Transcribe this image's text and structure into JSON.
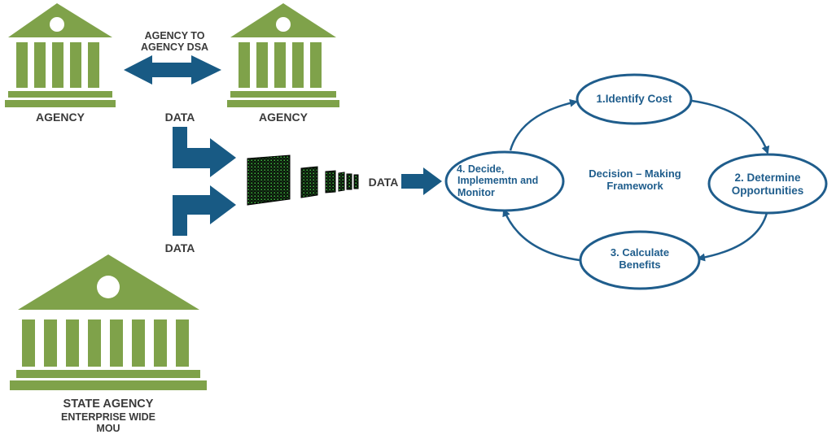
{
  "colors": {
    "building": "#7fa24a",
    "arrow": "#185a84",
    "cycle": "#1f5d8c",
    "text": "#3a3a3a"
  },
  "left": {
    "agency_a": "AGENCY",
    "agency_b": "AGENCY",
    "dsa_line1": "AGENCY TO",
    "dsa_line2": "AGENCY DSA",
    "data_top": "DATA",
    "data_bottom": "DATA",
    "data_out": "DATA",
    "state_line1": "STATE AGENCY",
    "state_line2": "ENTERPRISE WIDE",
    "state_line3": "MOU"
  },
  "cycle": {
    "center_line1": "Decision – Making",
    "center_line2": "Framework",
    "step1": "1.Identify Cost",
    "step2_line1": "2. Determine",
    "step2_line2": "Opportunities",
    "step3_line1": "3. Calculate",
    "step3_line2": "Benefits",
    "step4_line1": "4. Decide,",
    "step4_line2": "Implememtn and",
    "step4_line3": "Monitor"
  }
}
